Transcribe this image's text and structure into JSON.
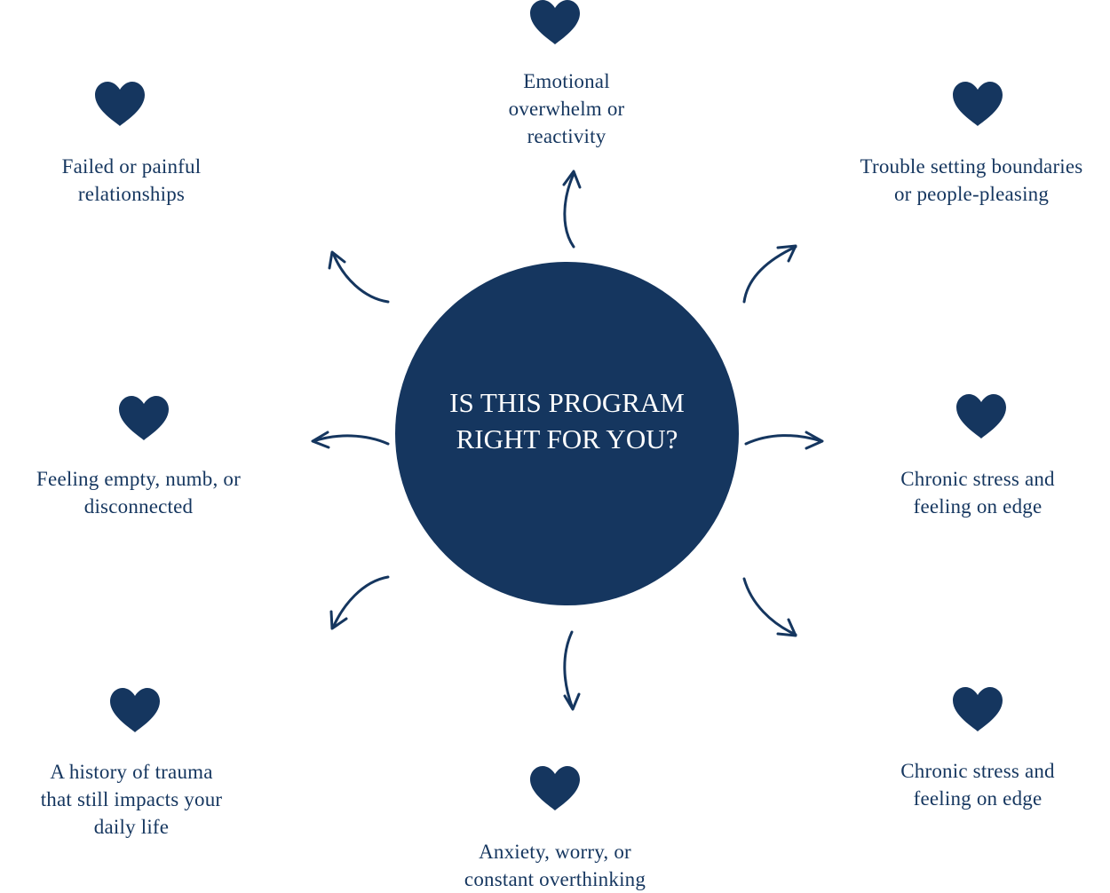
{
  "colors": {
    "primary": "#15365f",
    "background": "#ffffff",
    "center_text": "#ffffff"
  },
  "center": {
    "title": "IS THIS PROGRAM\nRIGHT FOR YOU?"
  },
  "items": [
    {
      "key": "top",
      "icon": "heart-icon",
      "label": "Emotional\noverwhelm or\nreactivity"
    },
    {
      "key": "top-right",
      "icon": "heart-icon",
      "label": "Trouble setting boundaries\nor people-pleasing"
    },
    {
      "key": "right",
      "icon": "heart-icon",
      "label": "Chronic stress and\nfeeling on edge"
    },
    {
      "key": "bottom-right",
      "icon": "heart-icon",
      "label": "Chronic stress and\nfeeling on edge"
    },
    {
      "key": "bottom",
      "icon": "heart-icon",
      "label": "Anxiety, worry, or\nconstant overthinking"
    },
    {
      "key": "bottom-left",
      "icon": "heart-icon",
      "label": "A history of trauma\nthat still impacts your\ndaily life"
    },
    {
      "key": "left",
      "icon": "heart-icon",
      "label": "Feeling empty, numb, or\ndisconnected"
    },
    {
      "key": "top-left",
      "icon": "heart-icon",
      "label": "Failed or painful\nrelationships"
    }
  ]
}
